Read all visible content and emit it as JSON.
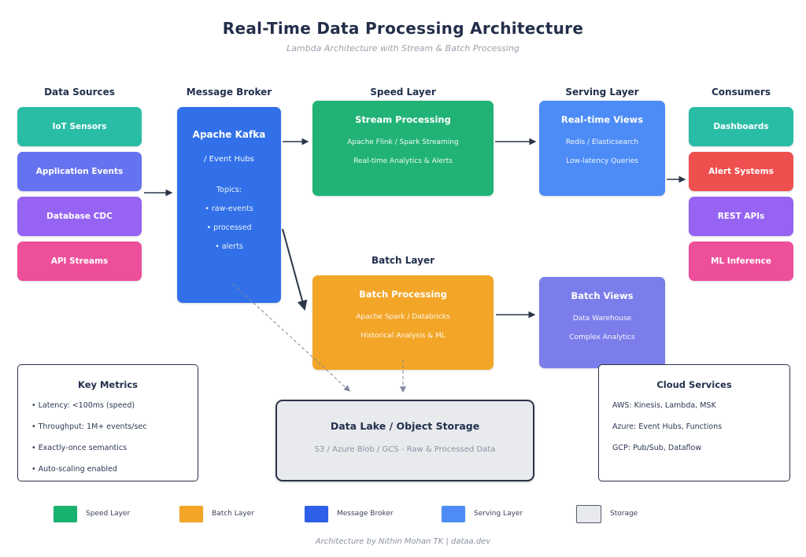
{
  "title": "Real-Time Data Processing Architecture",
  "subtitle": "Lambda Architecture with Stream & Batch Processing",
  "data_sources": {
    "header": "Data Sources",
    "items": [
      {
        "label": "IoT Sensors",
        "color": "#2abda6"
      },
      {
        "label": "Application Events",
        "color": "#6673f0"
      },
      {
        "label": "Database CDC",
        "color": "#9663f2"
      },
      {
        "label": "API Streams",
        "color": "#ee4f9b"
      }
    ]
  },
  "message_broker": {
    "header": "Message Broker",
    "color": "#3170e8",
    "title": "Apache Kafka",
    "subtitle": "/ Event Hubs",
    "topics_label": "Topics:",
    "topics": [
      "• raw-events",
      "• processed",
      "• alerts"
    ]
  },
  "speed_layer": {
    "header": "Speed Layer",
    "box": {
      "title": "Stream Processing",
      "line1": "Apache Flink / Spark Streaming",
      "line2": "Real-time Analytics & Alerts",
      "color": "#21b375"
    }
  },
  "serving_layer": {
    "header": "Serving Layer",
    "box": {
      "title": "Real-time Views",
      "line1": "Redis / Elasticsearch",
      "line2": "Low-latency Queries",
      "color": "#4d8cf6"
    }
  },
  "consumers": {
    "header": "Consumers",
    "items": [
      {
        "label": "Dashboards",
        "color": "#2abda6"
      },
      {
        "label": "Alert Systems",
        "color": "#ee5050"
      },
      {
        "label": "REST APIs",
        "color": "#9663f2"
      },
      {
        "label": "ML Inference",
        "color": "#ee4f9b"
      }
    ]
  },
  "batch_layer": {
    "header": "Batch Layer",
    "processing": {
      "title": "Batch Processing",
      "line1": "Apache Spark / Databricks",
      "line2": "Historical Analysis & ML",
      "color": "#f2a527"
    },
    "views": {
      "title": "Batch Views",
      "line1": "Data Warehouse",
      "line2": "Complex Analytics",
      "color": "#7b7dea"
    }
  },
  "key_metrics": {
    "title": "Key Metrics",
    "items": [
      "• Latency: <100ms (speed)",
      "• Throughput: 1M+ events/sec",
      "• Exactly-once semantics",
      "• Auto-scaling enabled"
    ]
  },
  "data_lake": {
    "title": "Data Lake / Object Storage",
    "subtitle": "S3 / Azure Blob / GCS - Raw & Processed Data"
  },
  "cloud_services": {
    "title": "Cloud Services",
    "items": [
      "AWS: Kinesis, Lambda, MSK",
      "Azure: Event Hubs, Functions",
      "GCP: Pub/Sub, Dataflow"
    ]
  },
  "legend": {
    "items": [
      {
        "label": "Speed Layer",
        "color": "#17b26d"
      },
      {
        "label": "Batch Layer",
        "color": "#f2a527"
      },
      {
        "label": "Message Broker",
        "color": "#2e5fe8"
      },
      {
        "label": "Serving Layer",
        "color": "#4d8cf6"
      },
      {
        "label": "Storage",
        "color": "#e8eaee"
      }
    ]
  },
  "footer": "Architecture by Nithin Mohan TK | dataa.dev"
}
